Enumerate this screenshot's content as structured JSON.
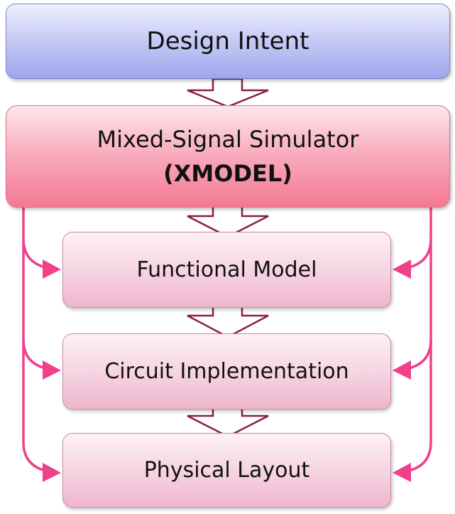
{
  "diagram": {
    "design_intent": {
      "label": "Design Intent"
    },
    "simulator": {
      "label": "Mixed-Signal Simulator",
      "sublabel": "(XMODEL)"
    },
    "functional_model": {
      "label": "Functional Model"
    },
    "circuit_implementation": {
      "label": "Circuit Implementation"
    },
    "physical_layout": {
      "label": "Physical Layout"
    }
  },
  "colors": {
    "intent_fill": "#b9bff2",
    "simulator_fill": "#f78ca3",
    "stage_fill": "#f4c6d9",
    "flow_arrow_stroke": "#8a1f45",
    "side_connector": "#f0408a"
  }
}
